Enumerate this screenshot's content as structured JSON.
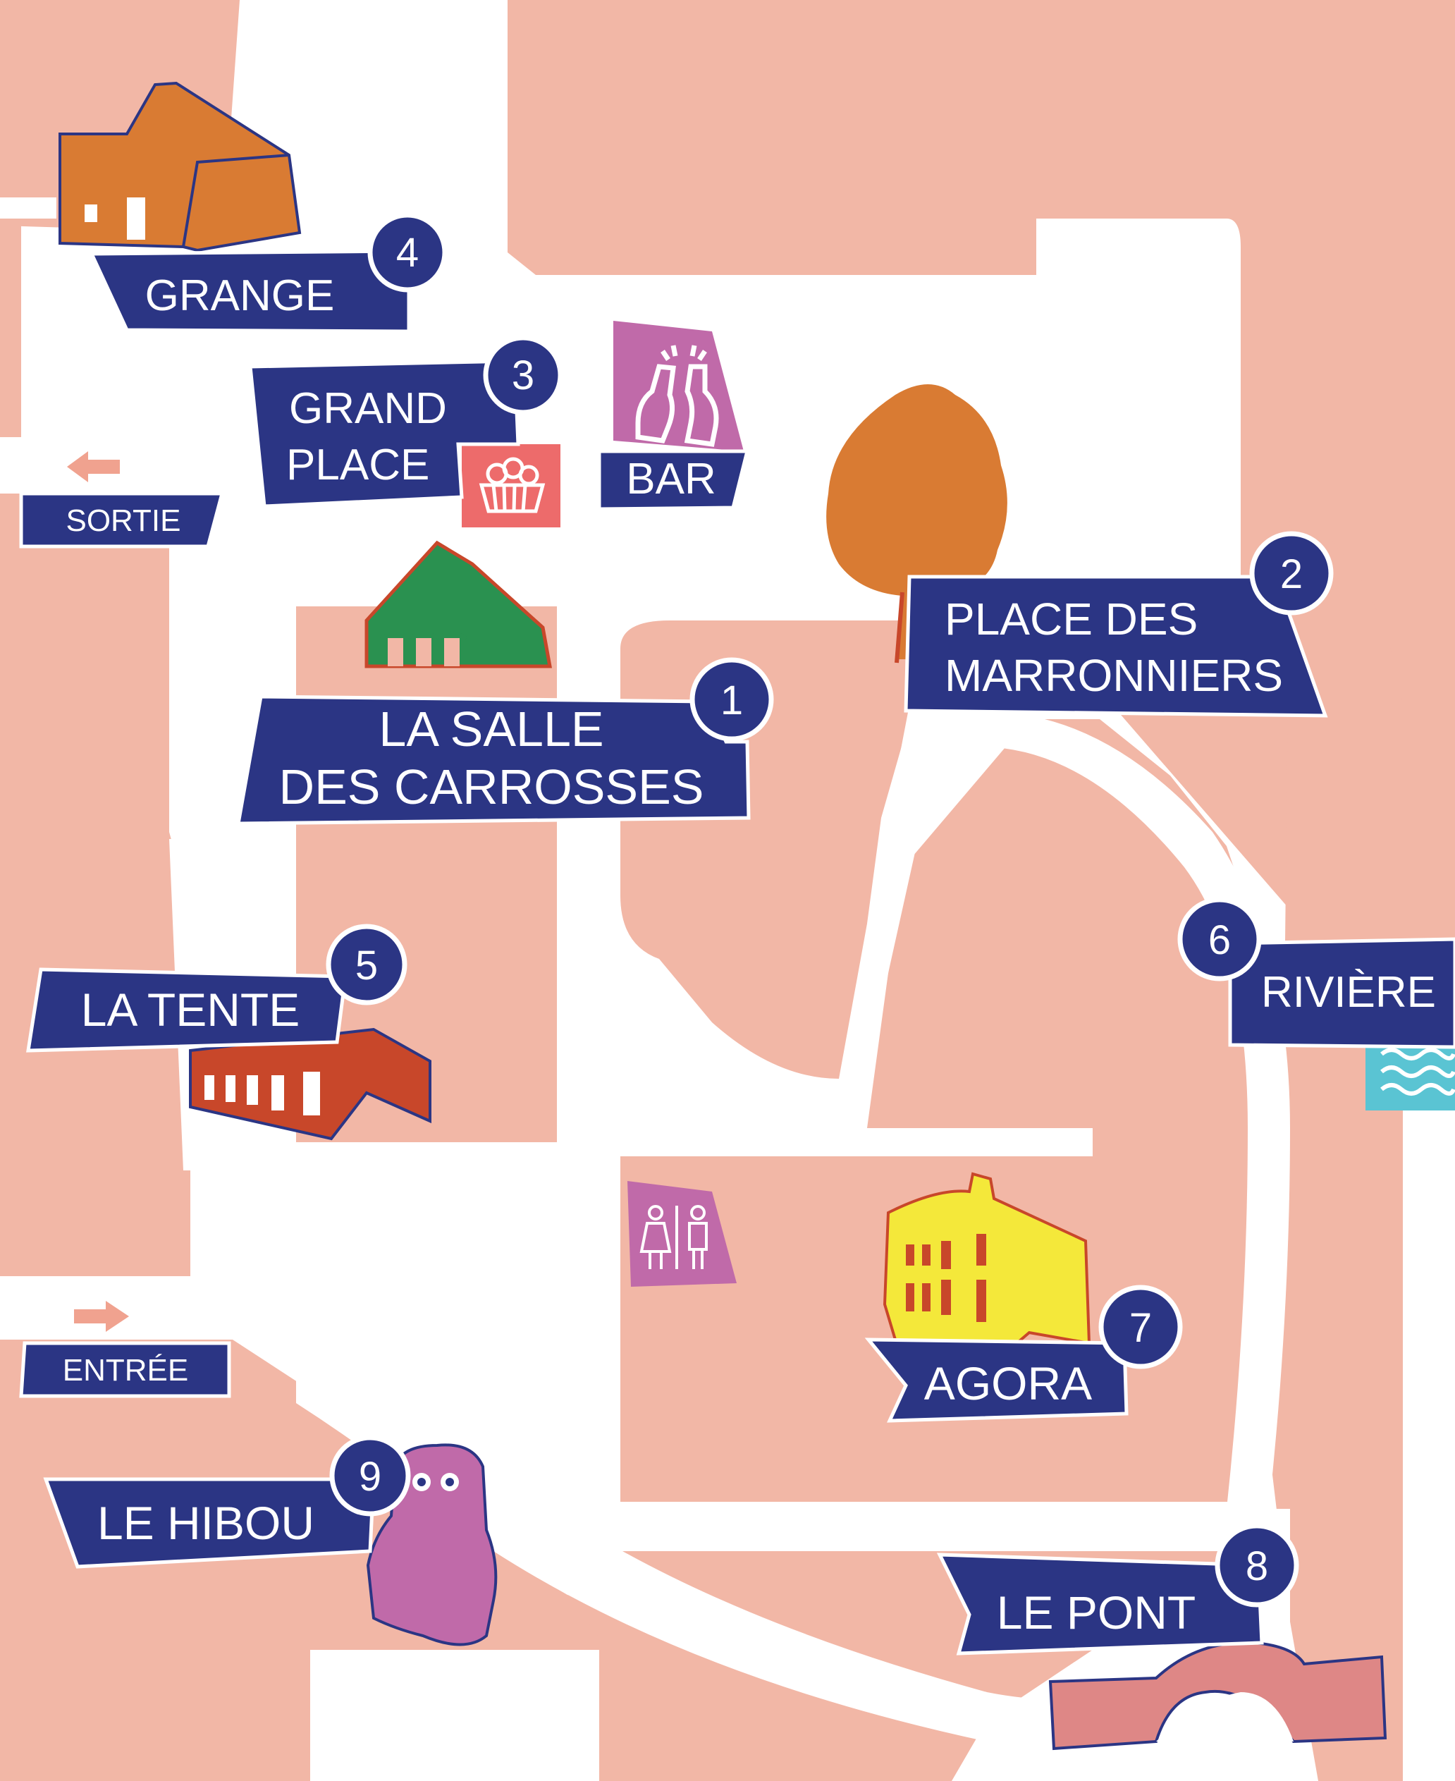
{
  "colors": {
    "block": "#f2b7a6",
    "road": "#ffffff",
    "navy": "#2b3584",
    "orange": "#d97b33",
    "green": "#2a9150",
    "red": "#c8472a",
    "yellow": "#f4e83a",
    "violet": "#c06aa9",
    "pink_bridge": "#de8786",
    "basket_red": "#ed6b6b",
    "water": "#5ac4d3"
  },
  "locations": [
    {
      "number": "1",
      "label_line1": "LA SALLE",
      "label_line2": "DES CARROSSES"
    },
    {
      "number": "2",
      "label_line1": "PLACE DES",
      "label_line2": "MARRONNIERS"
    },
    {
      "number": "3",
      "label_line1": "GRAND",
      "label_line2": "PLACE"
    },
    {
      "number": "4",
      "label": "GRANGE"
    },
    {
      "number": "5",
      "label": "LA TENTE"
    },
    {
      "number": "6",
      "label": "RIVIÈRE"
    },
    {
      "number": "7",
      "label": "AGORA"
    },
    {
      "number": "8",
      "label": "LE PONT"
    },
    {
      "number": "9",
      "label": "LE HIBOU"
    }
  ],
  "amenities": {
    "bar": "BAR",
    "sortie": "SORTIE",
    "entree": "ENTRÉE"
  },
  "icons": {
    "bar": "beer-bottles-icon",
    "market": "basket-icon",
    "toilets": "restroom-icon",
    "water": "waves-icon",
    "exit": "arrow-left-icon",
    "entrance": "arrow-right-icon"
  }
}
